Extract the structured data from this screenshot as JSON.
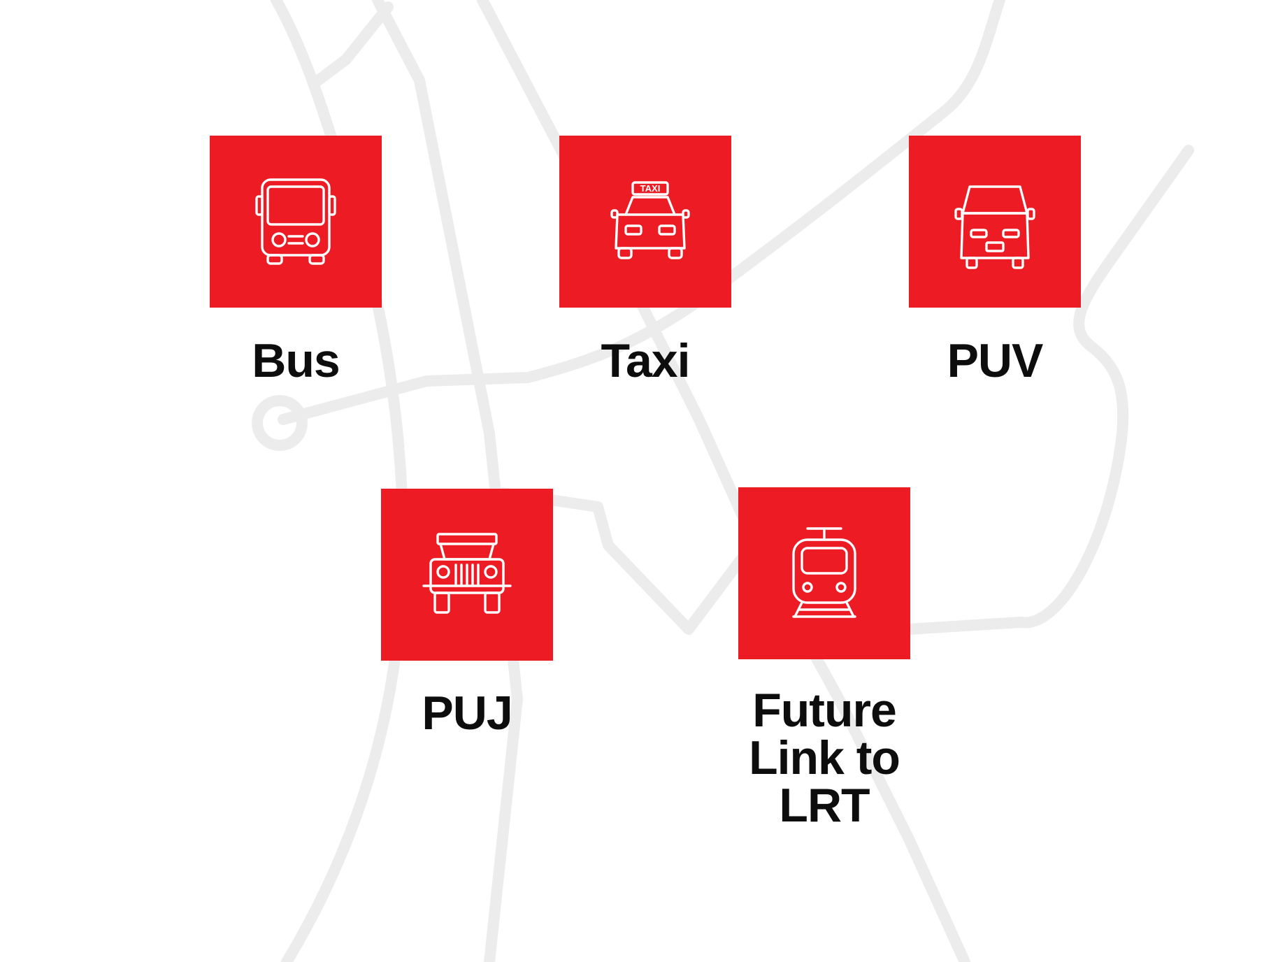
{
  "colors": {
    "accent": "#ed1c24",
    "label_text": "#0d0d0d",
    "map_lines": "#ececec",
    "background": "#ffffff"
  },
  "modes": [
    {
      "label": "Bus",
      "icon": "bus-icon"
    },
    {
      "label": "Taxi",
      "icon": "taxi-icon",
      "sign_text": "TAXI"
    },
    {
      "label": "PUV",
      "icon": "van-icon"
    },
    {
      "label": "PUJ",
      "icon": "jeepney-icon"
    },
    {
      "label": "Future\nLink to\nLRT",
      "icon": "train-icon"
    }
  ]
}
